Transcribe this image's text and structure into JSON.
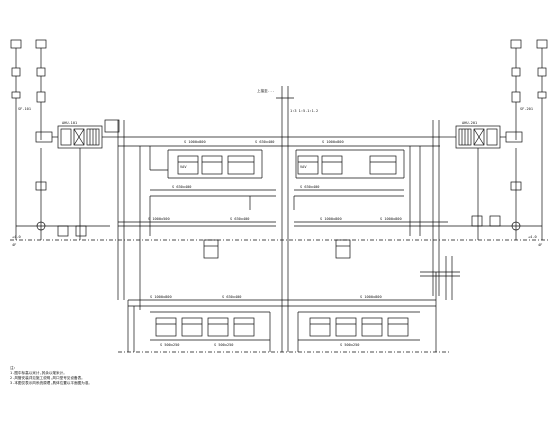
{
  "labels": {
    "stair_note": "上接至...",
    "riser_tag": "1:3 1:5.1:1.2",
    "main_duct_left": "S 1000x800",
    "main_duct_mid": "S 630x400",
    "main_duct_right": "S 1000x800",
    "lower_duct_left": "S 630x400",
    "lower_duct_right": "S 630x400",
    "branch_left_a": "S 1000x500",
    "branch_mid_a": "S 630x400",
    "branch_right_a": "S 1000x800",
    "branch_right_b": "S 1000x800",
    "bottom_main_left": "S 1000x800",
    "bottom_main_mid": "S 630x400",
    "bottom_main_right": "S 1000x800",
    "bottom_left_small": "S 500x250",
    "bottom_mid_small": "S 500x250",
    "bottom_right_small": "S 500x250",
    "unit_left_code": "AHU-101",
    "unit_right_code": "AHU-201",
    "floor_level_left": "+4.0",
    "floor_level_right": "+4.0",
    "level_tag_left": "4F",
    "level_tag_right": "4F",
    "vav_box_left": "VAV",
    "vav_box_right": "VAV",
    "fan_tag_left": "SF-101",
    "fan_tag_right": "SF-201"
  },
  "notes": {
    "heading": "注:",
    "line1": "1.图中标高以米计,其余以毫米计。",
    "line2": "2.风管安装详见施工说明,风口型号见设备表。",
    "line3": "3.本图仅表示风系统原理,具体位置以平面图为准。"
  },
  "colors": {
    "line": "#111111",
    "background": "#ffffff"
  }
}
